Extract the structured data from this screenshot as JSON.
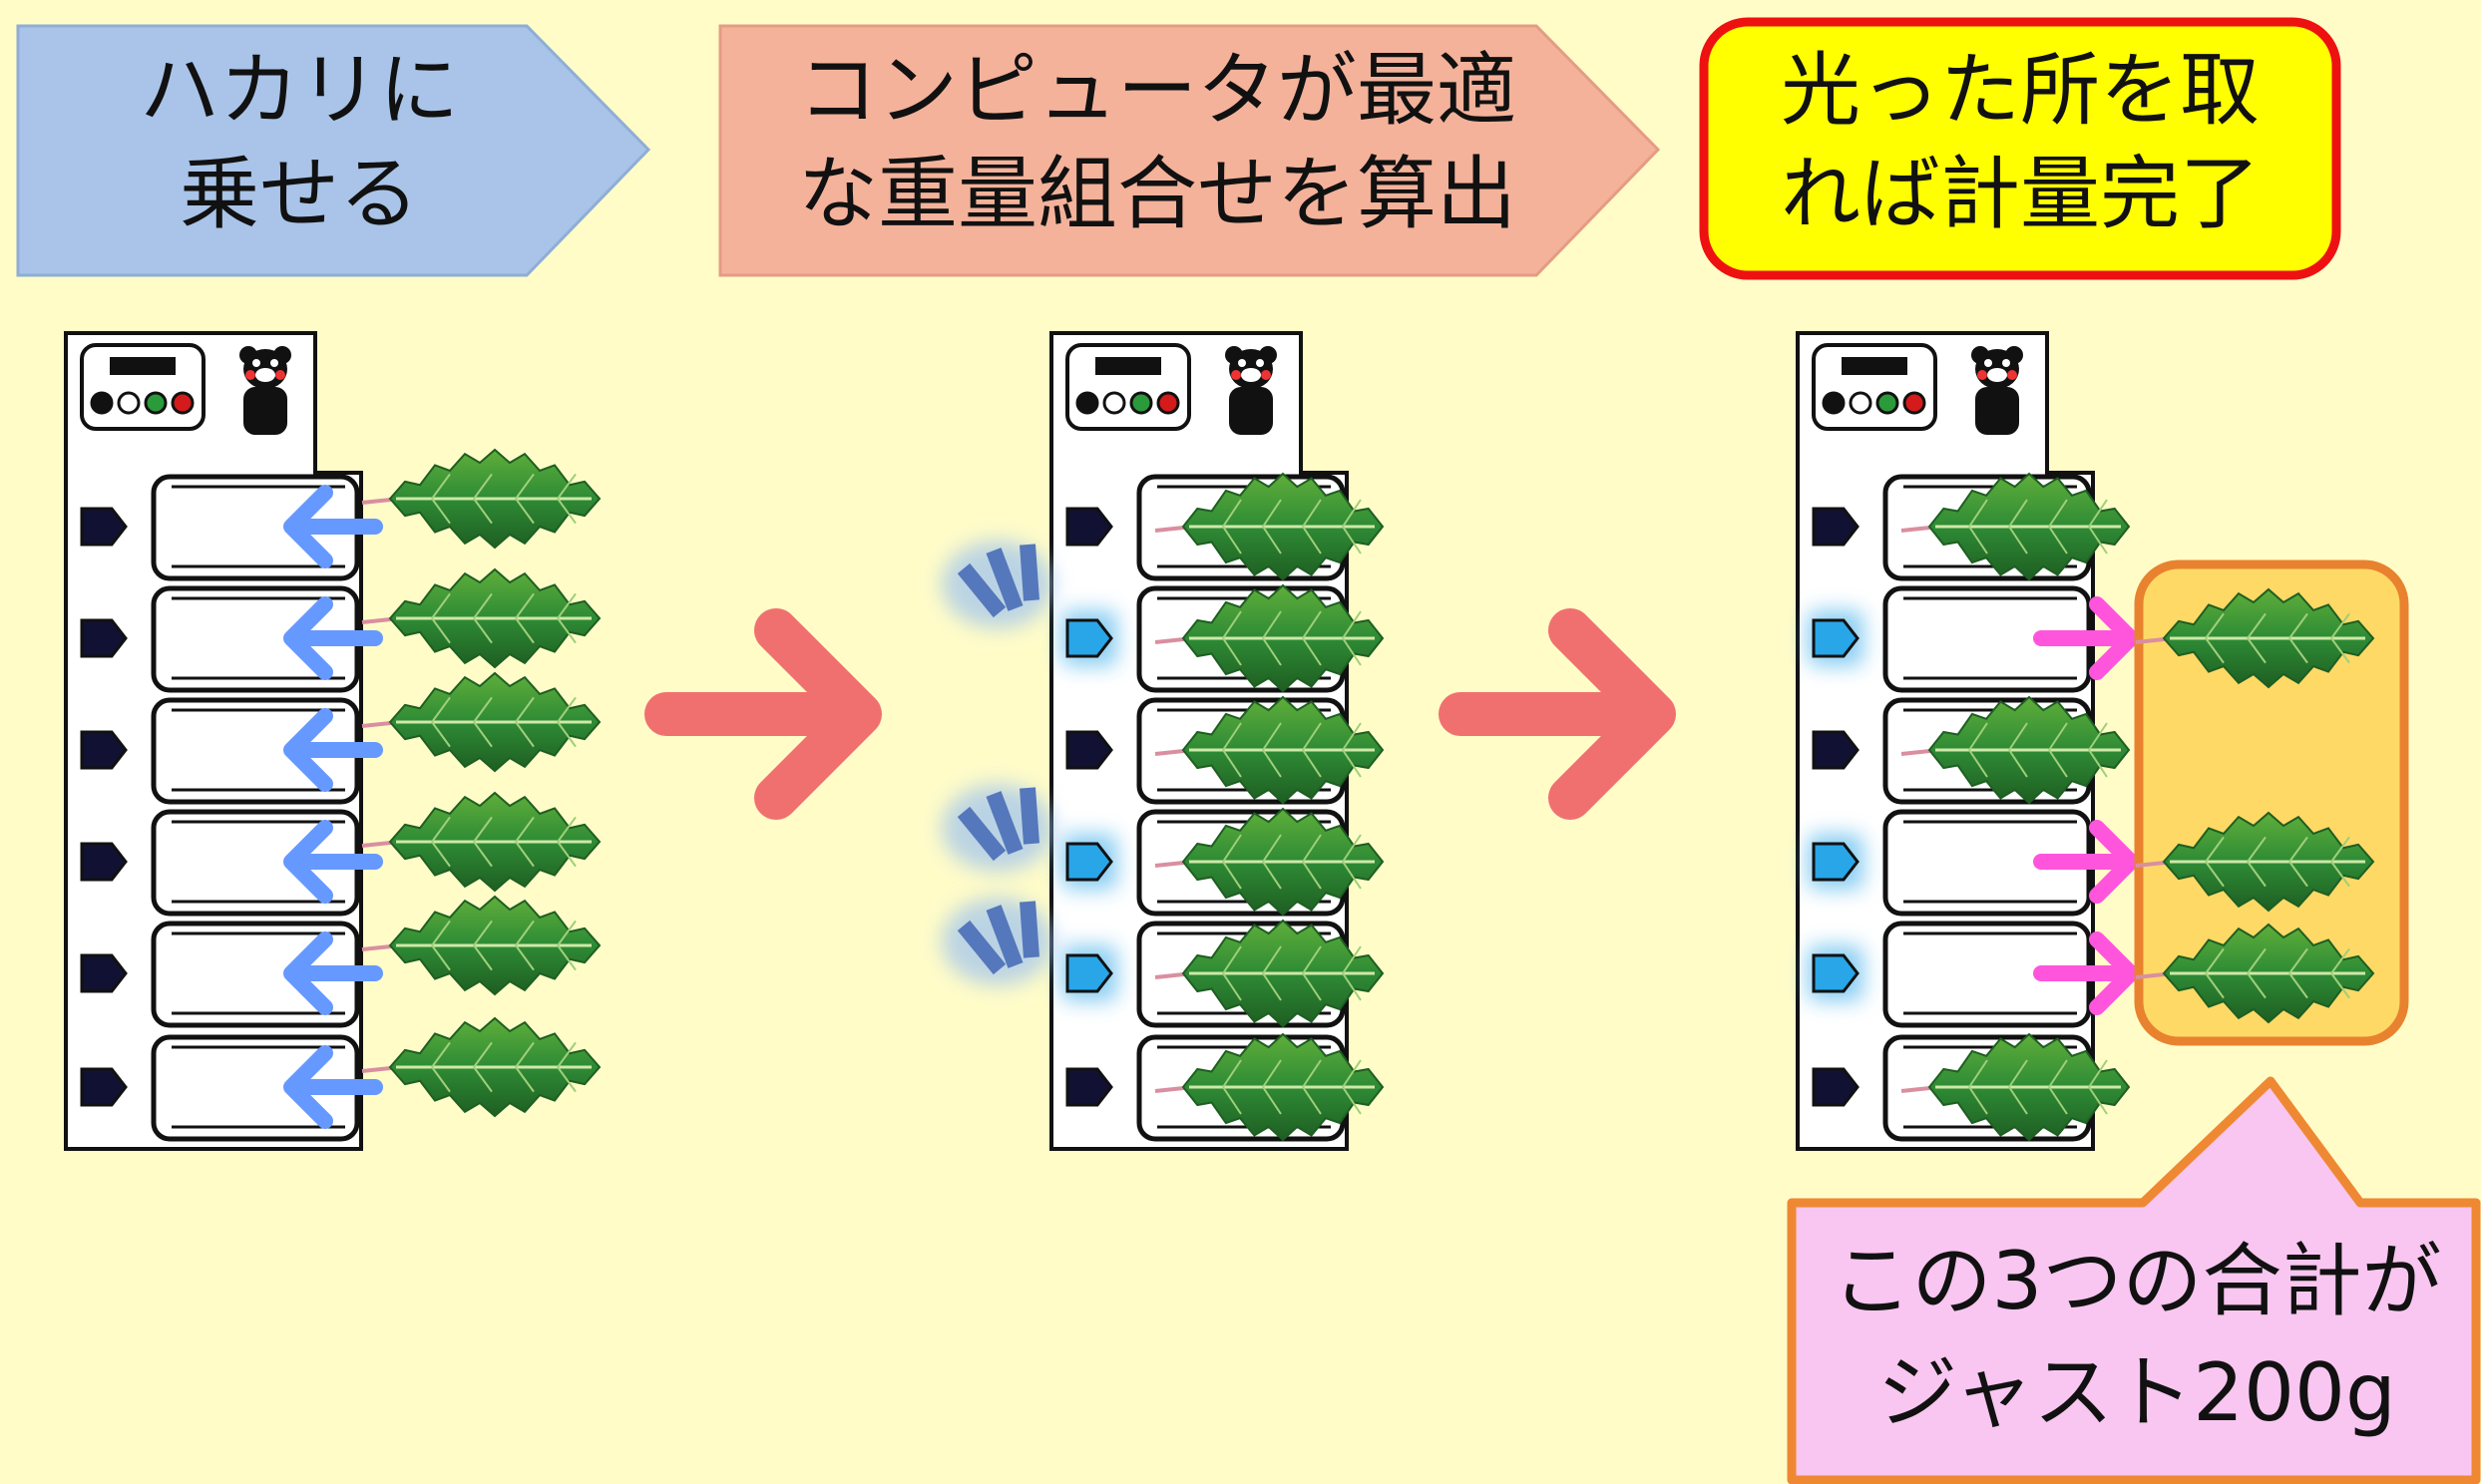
{
  "steps": [
    {
      "line1": "ハカリに",
      "line2": "乗せる",
      "fill": "#A9C4E8",
      "stroke": "#8FAED6"
    },
    {
      "line1": "コンピュータが最適",
      "line2": "な重量組合せを算出",
      "fill": "#F4B29A",
      "stroke": "#E59C84"
    },
    {
      "line1": "光った所を取",
      "line2": "れば計量完了",
      "fill": "#FFFF00",
      "stroke": "#EE1111"
    }
  ],
  "callout": {
    "line1": "この3つの合計が",
    "line2": "ジャスト200g",
    "fill": "#F8C6F0",
    "stroke": "#EE8833"
  },
  "scales": [
    {
      "name": "scale-before",
      "lit": [
        false,
        false,
        false,
        false,
        false,
        false
      ],
      "inTray": [
        false,
        false,
        false,
        false,
        false,
        false
      ],
      "pushArrows": [
        true,
        true,
        true,
        true,
        true,
        true
      ],
      "pullArrows": [
        false,
        false,
        false,
        false,
        false,
        false
      ]
    },
    {
      "name": "scale-computing",
      "lit": [
        false,
        true,
        false,
        true,
        true,
        false
      ],
      "inTray": [
        true,
        true,
        true,
        true,
        true,
        true
      ],
      "pushArrows": [
        false,
        false,
        false,
        false,
        false,
        false
      ],
      "pullArrows": [
        false,
        false,
        false,
        false,
        false,
        false
      ]
    },
    {
      "name": "scale-result",
      "lit": [
        false,
        true,
        false,
        true,
        true,
        false
      ],
      "inTray": [
        true,
        false,
        true,
        false,
        false,
        true
      ],
      "pushArrows": [
        false,
        false,
        false,
        false,
        false,
        false
      ],
      "pullArrows": [
        false,
        true,
        false,
        true,
        true,
        false
      ]
    }
  ],
  "colors": {
    "background": "#FFFCC8",
    "flowArrow": "#F07070",
    "pushArrow": "#6699FF",
    "pullArrow": "#FF55DD",
    "indicatorLit": "#29A6E8",
    "indicatorOff": "#111133",
    "leaf": "#2E8B35",
    "leafDark": "#1E5E22",
    "selectionBox": "#FFD966",
    "selectionBorder": "#E8822F",
    "signal": "#5577BB"
  },
  "icons": {
    "flow": "right-arrow-icon",
    "push": "left-arrow-icon",
    "pull": "right-arrow-icon",
    "produce": "spinach-icon",
    "mascot": "bear-mascot-icon",
    "signal": "signal-waves-icon"
  }
}
